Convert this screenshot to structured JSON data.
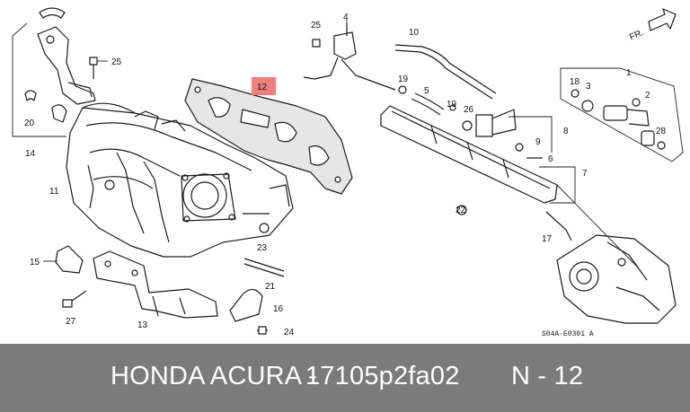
{
  "diagram": {
    "callouts": {
      "c1": "1",
      "c2": "2",
      "c3": "3",
      "c4": "4",
      "c5": "5",
      "c6": "6",
      "c7": "7",
      "c8": "8",
      "c9": "9",
      "c10": "10",
      "c11": "11",
      "c12": "12",
      "c13": "13",
      "c14": "14",
      "c15": "15",
      "c16": "16",
      "c17": "17",
      "c18": "18",
      "c19a": "19",
      "c19b": "19",
      "c20": "20",
      "c21": "21",
      "c22": "22",
      "c23": "23",
      "c24": "24",
      "c25a": "25",
      "c25b": "25",
      "c26": "26",
      "c27": "27",
      "c28": "28"
    },
    "fr_label": "FR.",
    "drawing_code": "S04A-E0301 A",
    "highlight_color": "#f08080"
  },
  "footer": {
    "brand": "HONDA ACURA -",
    "part_number": "17105p2fa02",
    "ref": "N - 12",
    "bg_color": "#7b7b7b"
  }
}
